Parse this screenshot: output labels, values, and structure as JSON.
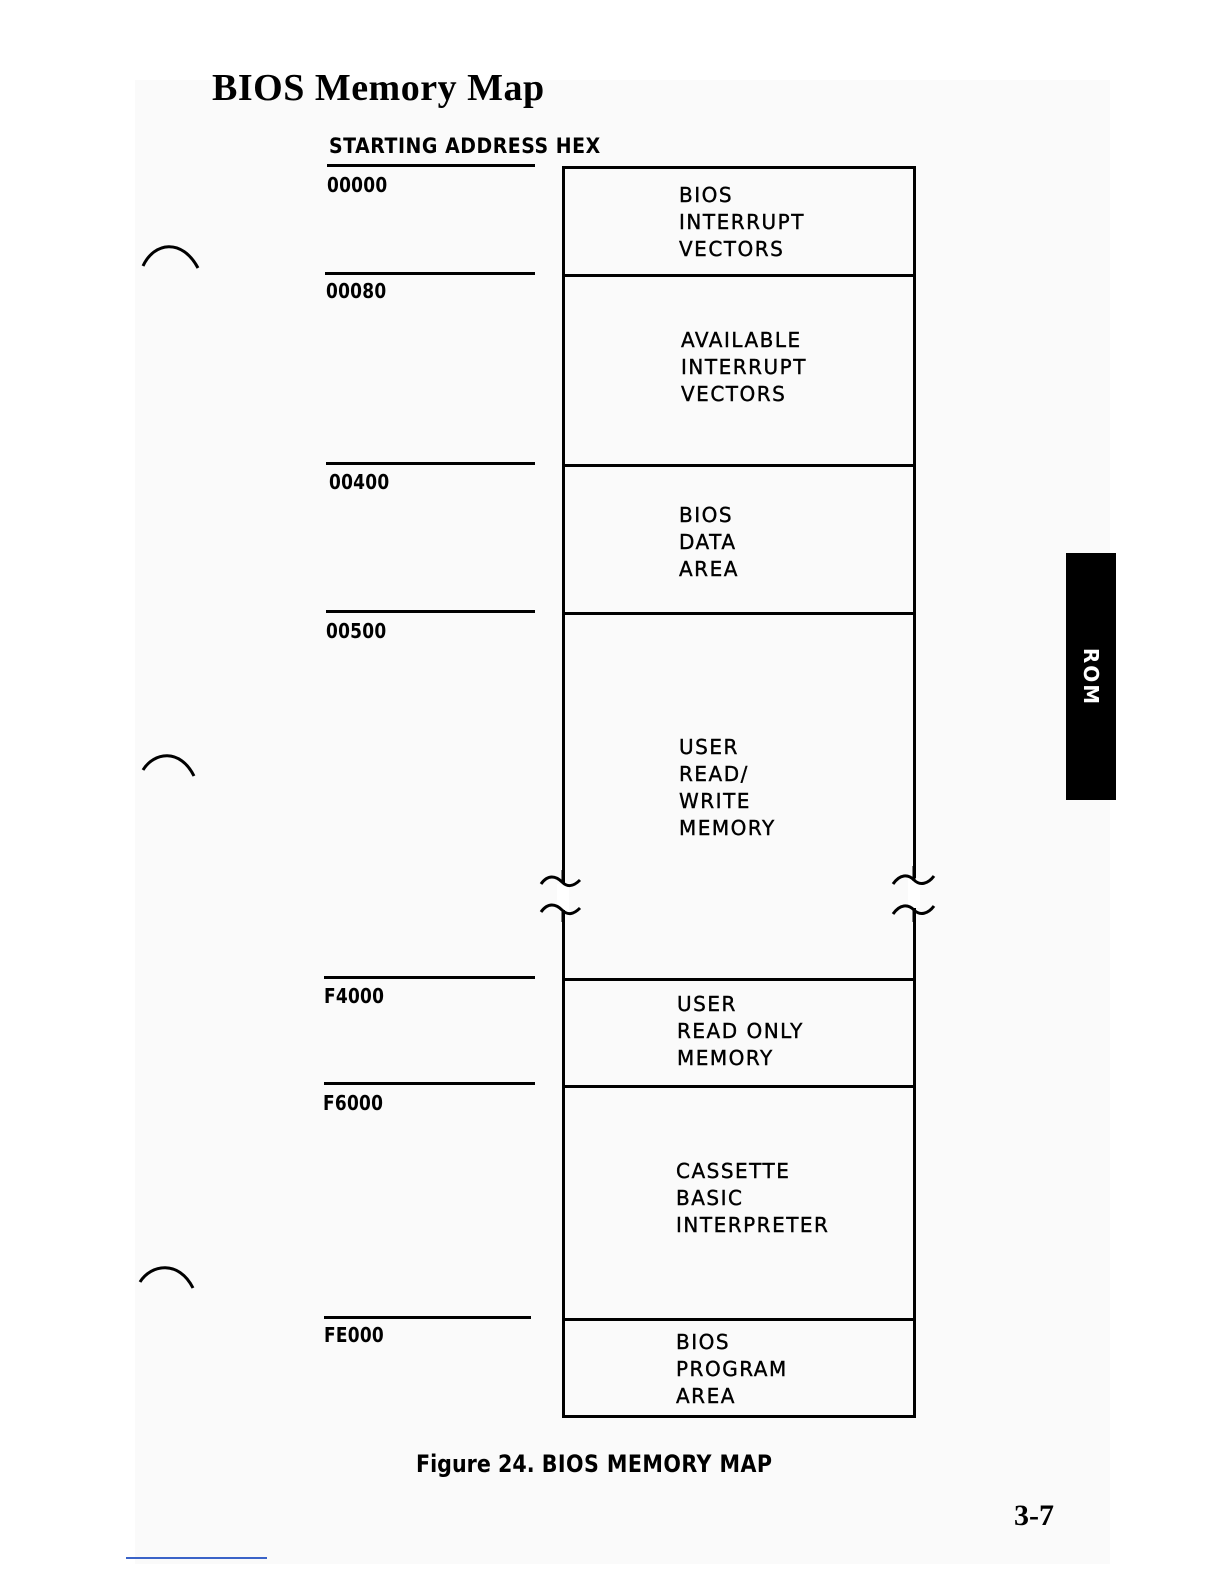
{
  "page": {
    "title": "BIOS Memory Map",
    "column_header": "STARTING ADDRESS HEX",
    "caption_prefix": "Figure 24.",
    "caption_title": "BIOS MEMORY MAP",
    "page_number": "3-7",
    "tab_label": "ROM"
  },
  "memory_map": {
    "regions": [
      {
        "address": "00000",
        "lines": [
          "BIOS",
          "INTERRUPT",
          "VECTORS"
        ]
      },
      {
        "address": "00080",
        "lines": [
          "AVAILABLE",
          "INTERRUPT",
          "VECTORS"
        ]
      },
      {
        "address": "00400",
        "lines": [
          "BIOS",
          "DATA",
          "AREA"
        ]
      },
      {
        "address": "00500",
        "lines": [
          "USER",
          "READ/",
          "WRITE",
          "MEMORY"
        ]
      },
      {
        "address": "F4000",
        "lines": [
          "USER",
          "READ ONLY",
          "MEMORY"
        ]
      },
      {
        "address": "F6000",
        "lines": [
          "CASSETTE",
          "BASIC",
          "INTERPRETER"
        ]
      },
      {
        "address": "FE000",
        "lines": [
          "BIOS",
          "PROGRAM",
          "AREA"
        ]
      }
    ]
  }
}
